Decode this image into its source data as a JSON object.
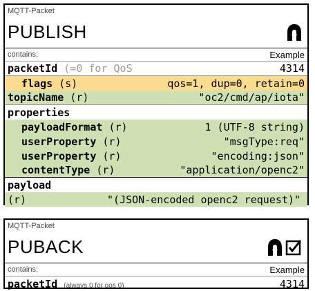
{
  "publish": {
    "kind": "MQTT-Packet",
    "name": "PUBLISH",
    "icons": [
      "publish-arrow-icon"
    ],
    "contains_label": "contains:",
    "example_label": "Example",
    "rows": {
      "packetId": {
        "name": "packetId",
        "note": "(=0 for QoS",
        "value": "4314"
      },
      "flags": {
        "name": "flags",
        "req": "(s)",
        "value": "qos=1, dup=0, retain=0"
      },
      "topicName": {
        "name": "topicName",
        "req": "(r)",
        "value": "\"oc2/cmd/ap/iota\""
      },
      "properties": {
        "name": "properties"
      },
      "payloadFormat": {
        "name": "payloadFormat",
        "req": "(r)",
        "value": "1 (UTF-8 string)"
      },
      "userProperty1": {
        "name": "userProperty",
        "req": "(r)",
        "value": "\"msgType:req\""
      },
      "userProperty2": {
        "name": "userProperty",
        "req": "(r)",
        "value": "\"encoding:json\""
      },
      "contentType": {
        "name": "contentType",
        "req": "(r)",
        "value": "\"application/openc2\""
      },
      "payload": {
        "name": "payload",
        "req": "(r)",
        "value": "\"(JSON-encoded openc2 request)\""
      }
    }
  },
  "puback": {
    "kind": "MQTT-Packet",
    "name": "PUBACK",
    "icons": [
      "publish-arrow-icon",
      "checkbox-checked-icon"
    ],
    "contains_label": "contains:",
    "example_label": "Example",
    "rows": {
      "packetId": {
        "name": "packetId",
        "note": "(always 0 for qos 0)",
        "value": "4314"
      }
    }
  },
  "colors": {
    "required_bg": "#cfe0b3",
    "flags_bg": "#fbdc8e"
  }
}
